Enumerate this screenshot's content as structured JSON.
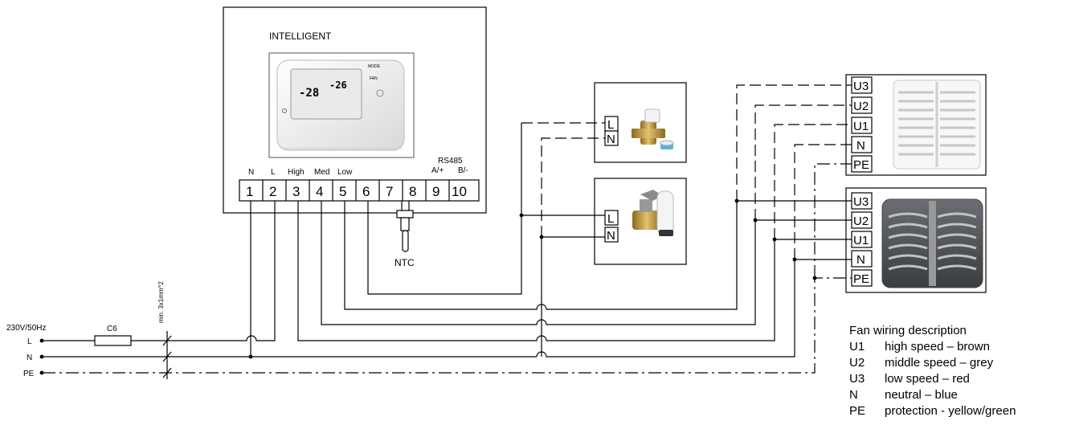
{
  "controller": {
    "brand": "INTELLIGENT",
    "terminal_labels": [
      "N",
      "L",
      "High",
      "Med",
      "Low"
    ],
    "rs485_label": "RS485",
    "rs485_a": "A/+",
    "rs485_b": "B/-",
    "terminals": [
      "1",
      "2",
      "3",
      "4",
      "5",
      "6",
      "7",
      "8",
      "9",
      "10"
    ],
    "display": {
      "left_temp": "-28",
      "right_temp": "-26",
      "mode_label": "MODE",
      "fan_label": "FAN"
    }
  },
  "sensor_label": "NTC",
  "valves": [
    {
      "terminals": [
        "L",
        "N"
      ]
    },
    {
      "terminals": [
        "L",
        "N"
      ]
    }
  ],
  "fans": [
    {
      "terminals": [
        "U3",
        "U2",
        "U1",
        "N",
        "PE"
      ]
    },
    {
      "terminals": [
        "U3",
        "U2",
        "U1",
        "N",
        "PE"
      ]
    }
  ],
  "supply": {
    "voltage": "230V/50Hz",
    "fuse": "C6",
    "cable": "min. 3x1mm^2",
    "lines": [
      "L",
      "N",
      "PE"
    ]
  },
  "legend": {
    "title": "Fan wiring description",
    "rows": [
      {
        "code": "U1",
        "desc": "high speed – brown"
      },
      {
        "code": "U2",
        "desc": "middle speed – grey"
      },
      {
        "code": "U3",
        "desc": "low speed – red"
      },
      {
        "code": "N",
        "desc": "neutral – blue"
      },
      {
        "code": "PE",
        "desc": "protection -  yellow/green"
      }
    ]
  },
  "colors": {
    "line": "#000000",
    "background": "#ffffff"
  }
}
